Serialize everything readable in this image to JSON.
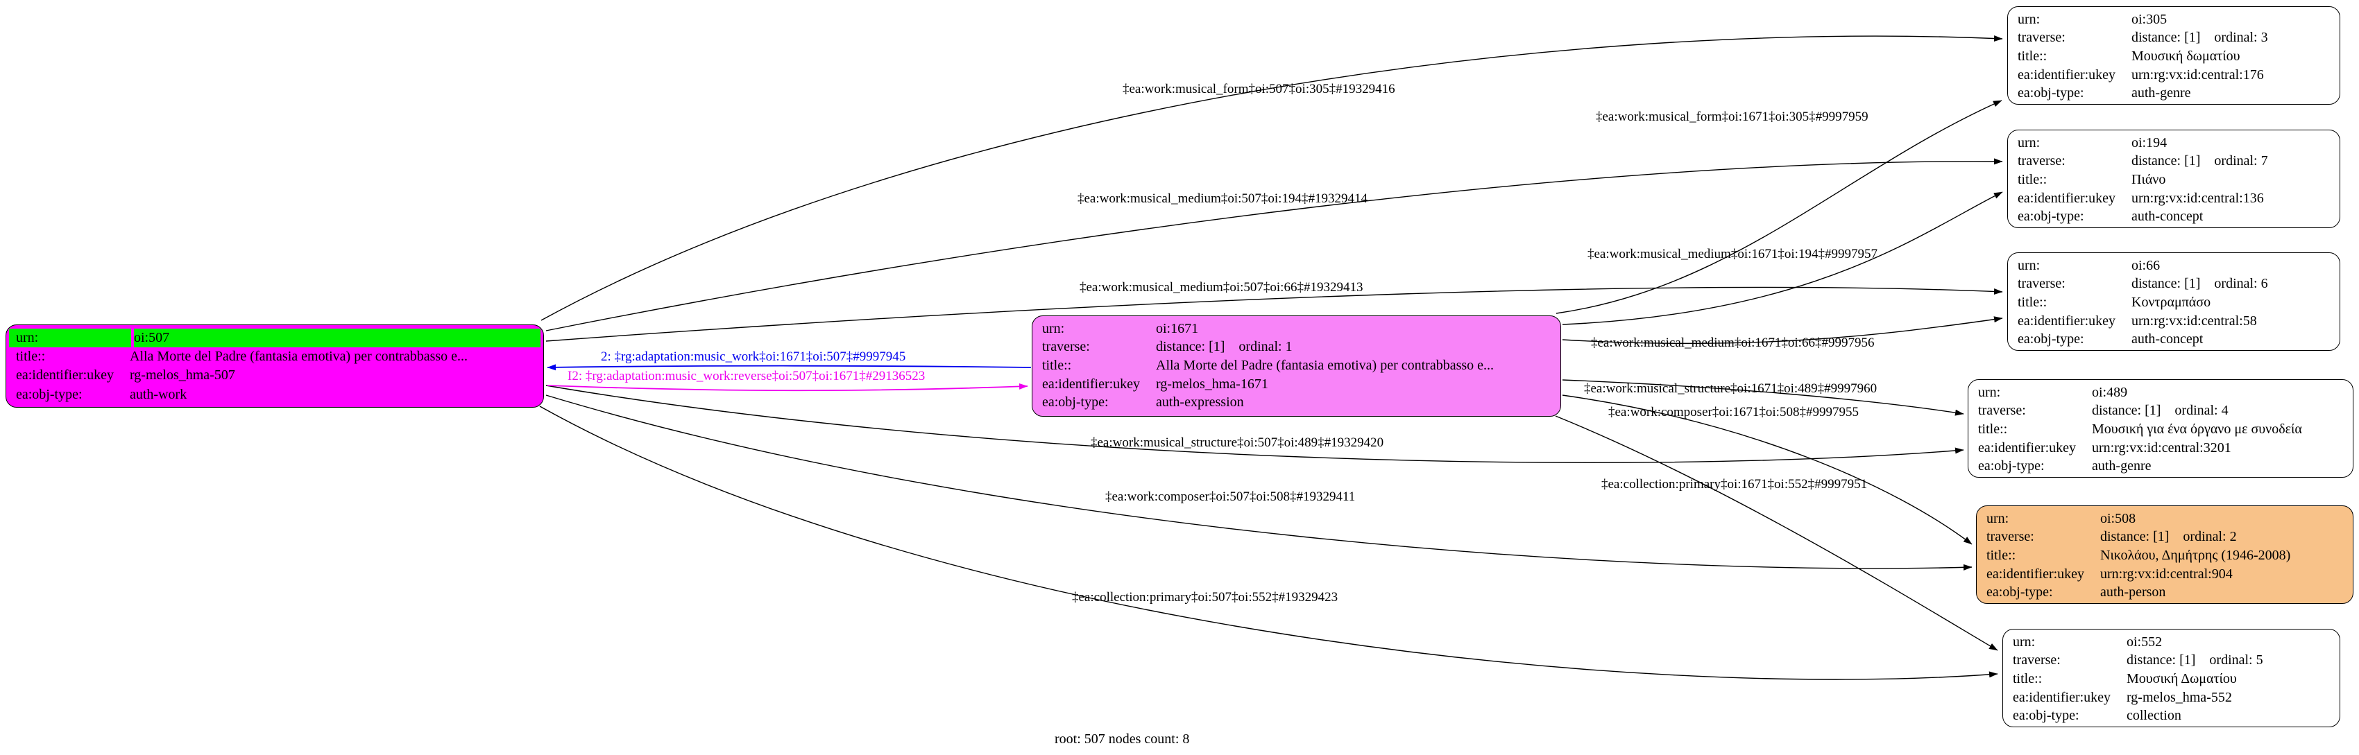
{
  "footer": "root: 507 nodes count: 8",
  "colors": {
    "root_node_fill": "#ff00ff",
    "root_urn_row_fill": "#00ee00",
    "expression_node_fill": "#f884f8",
    "person_node_fill": "#f8c289",
    "default_node_fill": "#ffffff",
    "edge_default": "#000000",
    "edge_adaptation": "#0000ee",
    "edge_adaptation_reverse": "#ee00ee"
  },
  "nodes": [
    {
      "id": "oi:507",
      "rows": [
        {
          "key": "urn:",
          "value": "oi:507"
        },
        {
          "key": "title::",
          "value": "Alla Morte del Padre (fantasia emotiva) per contrabbasso e..."
        },
        {
          "key": "ea:identifier:ukey",
          "value": "rg-melos_hma-507"
        },
        {
          "key": "ea:obj-type:",
          "value": "auth-work"
        }
      ]
    },
    {
      "id": "oi:1671",
      "rows": [
        {
          "key": "urn:",
          "value": "oi:1671"
        },
        {
          "key": "traverse:",
          "value": "distance: [1]    ordinal: 1"
        },
        {
          "key": "title::",
          "value": "Alla Morte del Padre (fantasia emotiva) per contrabbasso e..."
        },
        {
          "key": "ea:identifier:ukey",
          "value": "rg-melos_hma-1671"
        },
        {
          "key": "ea:obj-type:",
          "value": "auth-expression"
        }
      ]
    },
    {
      "id": "oi:305",
      "rows": [
        {
          "key": "urn:",
          "value": "oi:305"
        },
        {
          "key": "traverse:",
          "value": "distance: [1]    ordinal: 3"
        },
        {
          "key": "title::",
          "value": "Μουσική δωματίου"
        },
        {
          "key": "ea:identifier:ukey",
          "value": "urn:rg:vx:id:central:176"
        },
        {
          "key": "ea:obj-type:",
          "value": "auth-genre"
        }
      ]
    },
    {
      "id": "oi:194",
      "rows": [
        {
          "key": "urn:",
          "value": "oi:194"
        },
        {
          "key": "traverse:",
          "value": "distance: [1]    ordinal: 7"
        },
        {
          "key": "title::",
          "value": "Πιάνο"
        },
        {
          "key": "ea:identifier:ukey",
          "value": "urn:rg:vx:id:central:136"
        },
        {
          "key": "ea:obj-type:",
          "value": "auth-concept"
        }
      ]
    },
    {
      "id": "oi:66",
      "rows": [
        {
          "key": "urn:",
          "value": "oi:66"
        },
        {
          "key": "traverse:",
          "value": "distance: [1]    ordinal: 6"
        },
        {
          "key": "title::",
          "value": "Κοντραμπάσο"
        },
        {
          "key": "ea:identifier:ukey",
          "value": "urn:rg:vx:id:central:58"
        },
        {
          "key": "ea:obj-type:",
          "value": "auth-concept"
        }
      ]
    },
    {
      "id": "oi:489",
      "rows": [
        {
          "key": "urn:",
          "value": "oi:489"
        },
        {
          "key": "traverse:",
          "value": "distance: [1]    ordinal: 4"
        },
        {
          "key": "title::",
          "value": "Μουσική για ένα όργανο με συνοδεία"
        },
        {
          "key": "ea:identifier:ukey",
          "value": "urn:rg:vx:id:central:3201"
        },
        {
          "key": "ea:obj-type:",
          "value": "auth-genre"
        }
      ]
    },
    {
      "id": "oi:508",
      "rows": [
        {
          "key": "urn:",
          "value": "oi:508"
        },
        {
          "key": "traverse:",
          "value": "distance: [1]    ordinal: 2"
        },
        {
          "key": "title::",
          "value": "Νικολάου, Δημήτρης (1946-2008)"
        },
        {
          "key": "ea:identifier:ukey",
          "value": "urn:rg:vx:id:central:904"
        },
        {
          "key": "ea:obj-type:",
          "value": "auth-person"
        }
      ]
    },
    {
      "id": "oi:552",
      "rows": [
        {
          "key": "urn:",
          "value": "oi:552"
        },
        {
          "key": "traverse:",
          "value": "distance: [1]    ordinal: 5"
        },
        {
          "key": "title::",
          "value": "Μουσική Δωματίου"
        },
        {
          "key": "ea:identifier:ukey",
          "value": "rg-melos_hma-552"
        },
        {
          "key": "ea:obj-type:",
          "value": "collection"
        }
      ]
    }
  ],
  "edges": [
    {
      "label": "‡ea:work:musical_form‡oi:507‡oi:305‡#19329416"
    },
    {
      "label": "‡ea:work:musical_form‡oi:1671‡oi:305‡#9997959"
    },
    {
      "label": "‡ea:work:musical_medium‡oi:507‡oi:194‡#19329414"
    },
    {
      "label": "‡ea:work:musical_medium‡oi:1671‡oi:194‡#9997957"
    },
    {
      "label": "‡ea:work:musical_medium‡oi:507‡oi:66‡#19329413"
    },
    {
      "label": "‡ea:work:musical_medium‡oi:1671‡oi:66‡#9997956"
    },
    {
      "label": "‡ea:work:musical_structure‡oi:1671‡oi:489‡#9997960"
    },
    {
      "label": "2: ‡rg:adaptation:music_work‡oi:1671‡oi:507‡#9997945"
    },
    {
      "label": "I2: ‡rg:adaptation:music_work:reverse‡oi:507‡oi:1671‡#29136523"
    },
    {
      "label": "‡ea:work:musical_structure‡oi:507‡oi:489‡#19329420"
    },
    {
      "label": "‡ea:work:composer‡oi:1671‡oi:508‡#9997955"
    },
    {
      "label": "‡ea:work:composer‡oi:507‡oi:508‡#19329411"
    },
    {
      "label": "‡ea:collection:primary‡oi:1671‡oi:552‡#9997951"
    },
    {
      "label": "‡ea:collection:primary‡oi:507‡oi:552‡#19329423"
    }
  ]
}
